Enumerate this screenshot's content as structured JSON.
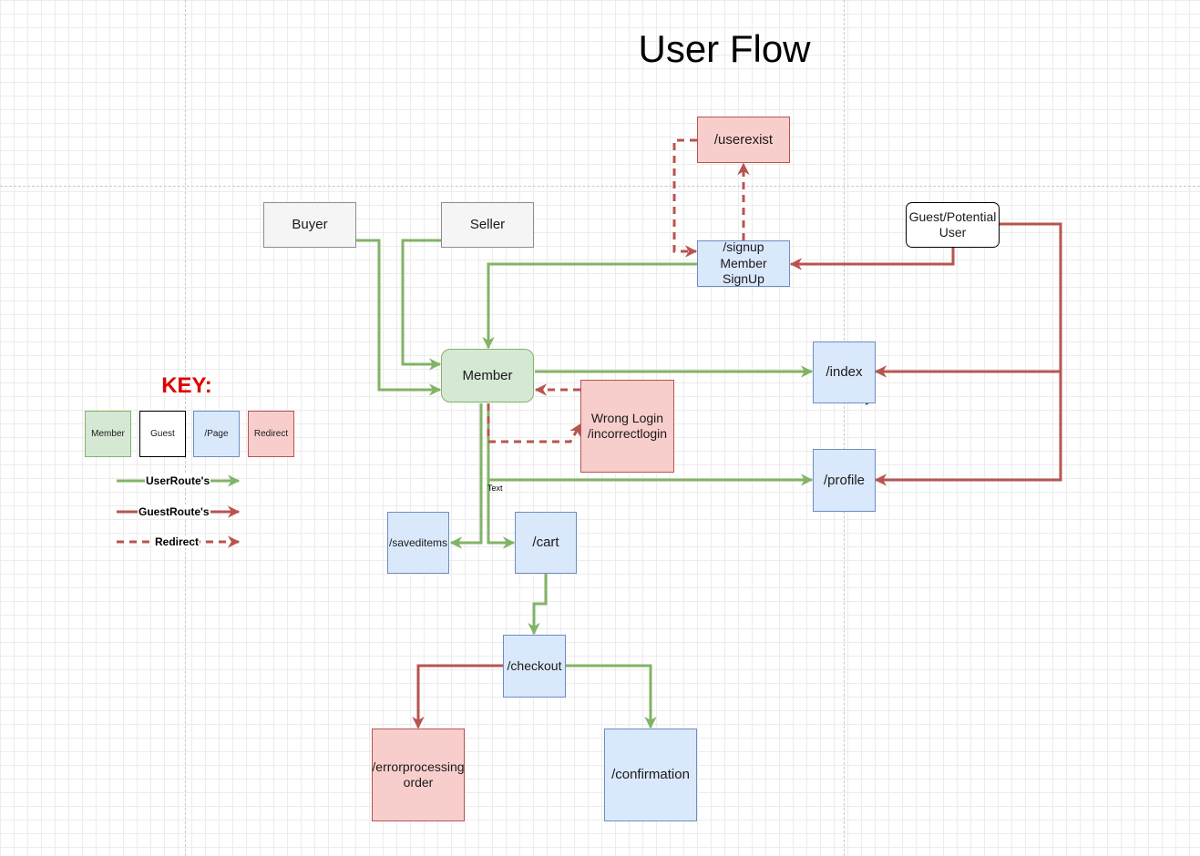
{
  "diagram": {
    "title": "User Flow",
    "key": {
      "title": "KEY:",
      "boxes": {
        "member": "Member",
        "guest": "Guest",
        "page": "/Page",
        "redirect": "Redirect"
      },
      "lines": {
        "user_route": "UserRoute's",
        "guest_route": "GuestRoute's",
        "redirect": "Redirect"
      }
    },
    "nodes": {
      "buyer": "Buyer",
      "seller": "Seller",
      "member": "Member",
      "userexist": "/userexist",
      "signup": [
        "/signup",
        "Member",
        "SignUp"
      ],
      "guest_user": [
        "Guest/Potential",
        "User"
      ],
      "index": "/index",
      "profile": "/profile",
      "wrong_login": [
        "Wrong Login",
        "/incorrectlogin"
      ],
      "saveditems": "/saveditems",
      "cart": "/cart",
      "checkout": "/checkout",
      "errorprocessing": [
        "/errorprocessing",
        "order"
      ],
      "confirmation": "/confirmation"
    },
    "edge_labels": {
      "member_profile": "Text"
    },
    "colors": {
      "user_route": "#82b366",
      "guest_route": "#b85450",
      "redirect": "#b85450",
      "member_fill": "#d5e8d4",
      "page_fill": "#dae8fc",
      "redirect_fill": "#f8cecc",
      "actor_fill": "#f5f5f5",
      "key_title": "#e00000"
    }
  }
}
